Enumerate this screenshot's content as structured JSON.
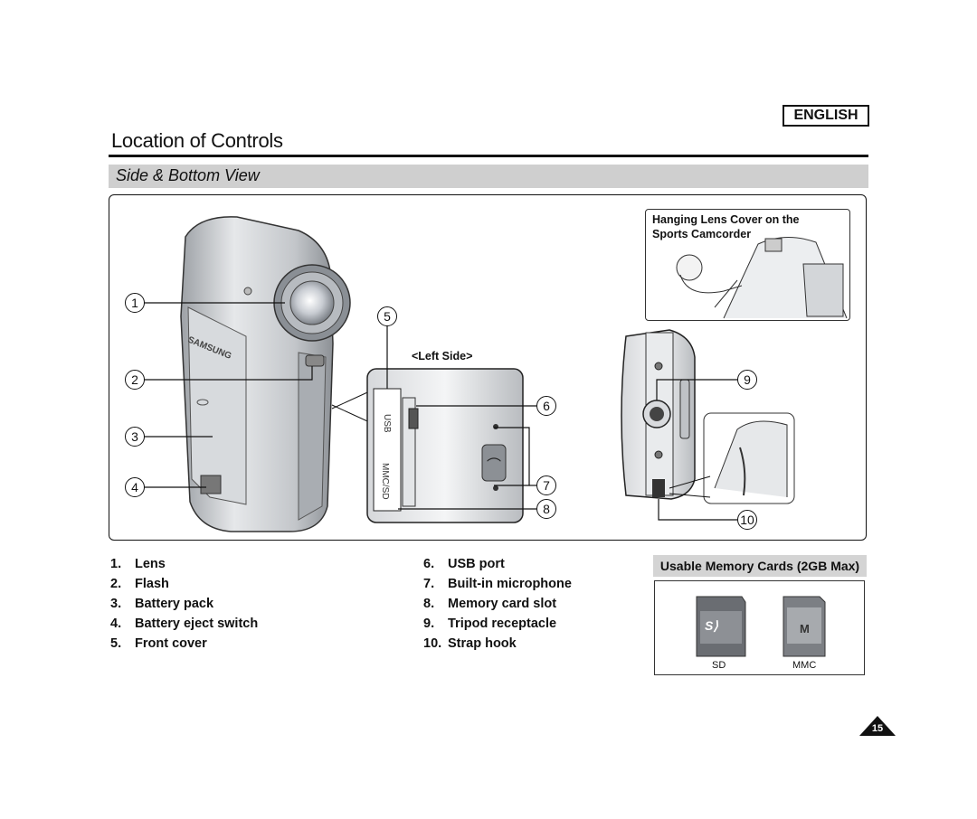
{
  "header": {
    "language_badge": "ENGLISH"
  },
  "page_title": "Location of Controls",
  "section_title": "Side & Bottom View",
  "figure": {
    "inset_caption_line1": "Hanging Lens Cover on the",
    "inset_caption_line2": "Sports Camcorder",
    "left_side_label": "<Left Side>",
    "brand_on_body": "SAMSUNG",
    "usb_print": "USB",
    "slot_print": "MMC/SD",
    "callouts": [
      "1",
      "2",
      "3",
      "4",
      "5",
      "6",
      "7",
      "8",
      "9",
      "10"
    ]
  },
  "parts_list": [
    {
      "num": "1.",
      "label": "Lens"
    },
    {
      "num": "2.",
      "label": "Flash"
    },
    {
      "num": "3.",
      "label": "Battery pack"
    },
    {
      "num": "4.",
      "label": "Battery eject switch"
    },
    {
      "num": "5.",
      "label": "Front cover"
    },
    {
      "num": "6.",
      "label": "USB port"
    },
    {
      "num": "7.",
      "label": "Built-in microphone"
    },
    {
      "num": "8.",
      "label": "Memory card slot"
    },
    {
      "num": "9.",
      "label": "Tripod receptacle"
    },
    {
      "num": "10.",
      "label": "Strap hook"
    }
  ],
  "memory_cards": {
    "header": "Usable Memory Cards (2GB Max)",
    "cards": [
      {
        "label": "SD"
      },
      {
        "label": "MMC"
      }
    ]
  },
  "page_number": "15",
  "colors": {
    "band_gray": "#cfcfcf",
    "body_silver": "#c9ccd0",
    "text": "#111111"
  }
}
